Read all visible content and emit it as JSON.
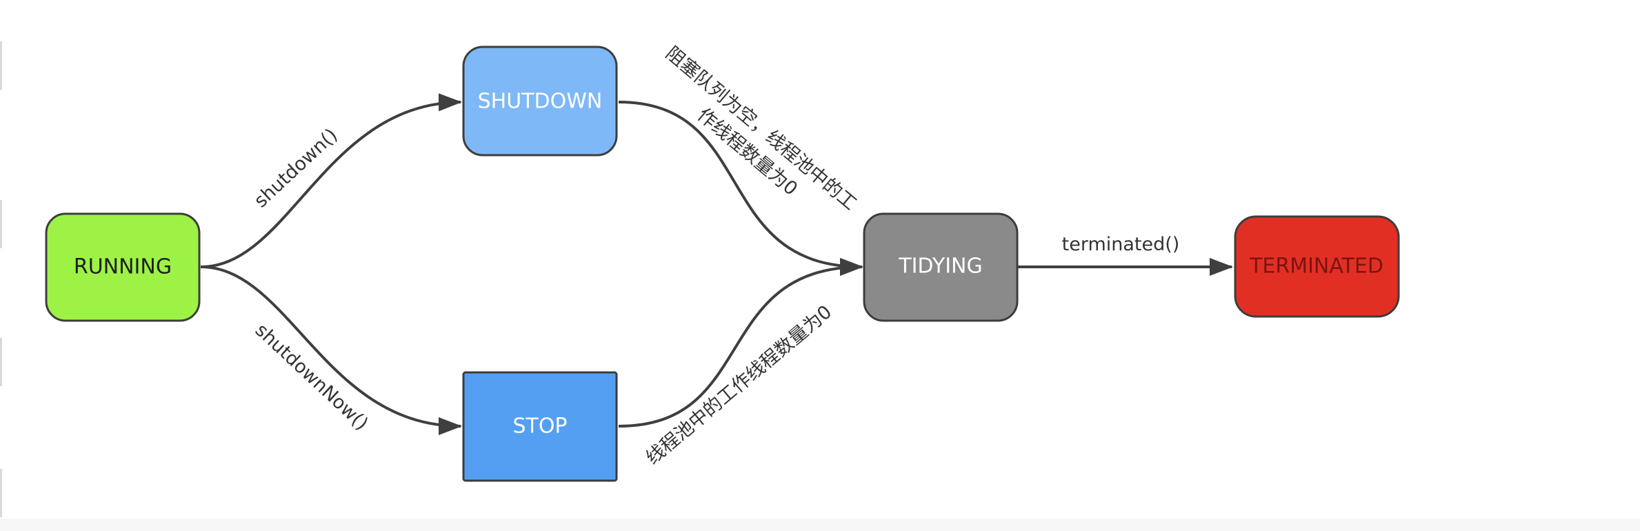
{
  "diagram": {
    "nodes": {
      "running": {
        "label": "RUNNING",
        "fill": "#9ef246",
        "text_color": "#1e1e1e"
      },
      "shutdown": {
        "label": "SHUTDOWN",
        "fill": "#7fb8f6",
        "text_color": "#ffffff"
      },
      "stop": {
        "label": "STOP",
        "fill": "#549ff2",
        "text_color": "#ffffff"
      },
      "tidying": {
        "label": "TIDYING",
        "fill": "#8a8a8a",
        "text_color": "#ffffff"
      },
      "terminated": {
        "label": "TERMINATED",
        "fill": "#e22f24",
        "text_color": "#7a1410"
      }
    },
    "edges": {
      "running_to_shutdown": {
        "label": "shutdown()"
      },
      "running_to_stop": {
        "label": "shutdownNow()"
      },
      "shutdown_to_tidying": {
        "label_line1": "阻塞队列为空，线程池中的工",
        "label_line2": "作线程数量为0"
      },
      "stop_to_tidying": {
        "label": "线程池中的工作线程数量为0"
      },
      "tidying_to_terminated": {
        "label": "terminated()"
      }
    },
    "colors": {
      "arrow": "#3f3f3f",
      "border": "#3d3d3d"
    }
  }
}
